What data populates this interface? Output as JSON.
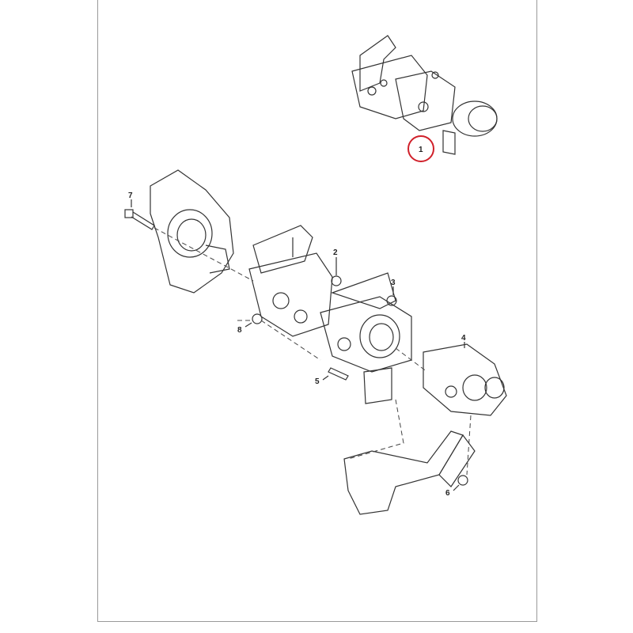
{
  "diagram": {
    "callouts": [
      {
        "id": "1",
        "highlighted": true
      },
      {
        "id": "2"
      },
      {
        "id": "3"
      },
      {
        "id": "4"
      },
      {
        "id": "5"
      },
      {
        "id": "6"
      },
      {
        "id": "7"
      },
      {
        "id": "8"
      }
    ],
    "highlight_color": "#d0202a"
  }
}
